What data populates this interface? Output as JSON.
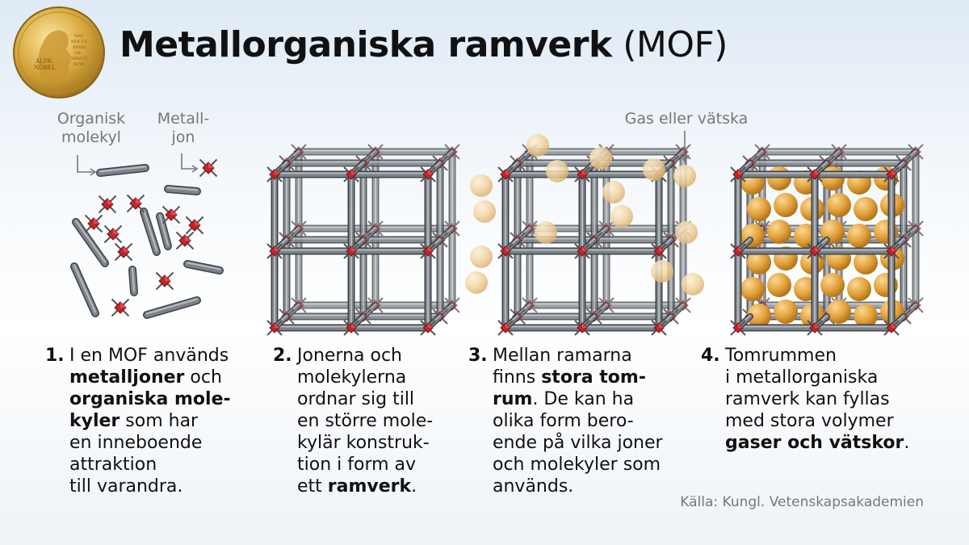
{
  "title": {
    "bold": "Metallorganiska ramverk",
    "normal": "(MOF)"
  },
  "medal": {
    "lettering": [
      "ALFR.",
      "NOBEL",
      "NAT",
      "MDCCC",
      "XXXIII",
      "OB.",
      "MDCCC",
      "XCVI"
    ]
  },
  "labels": {
    "organic_molecule": [
      "Organisk",
      "molekyl"
    ],
    "metal_ion": [
      "Metall-",
      "jon"
    ],
    "gas_or_liquid": "Gas eller vätska"
  },
  "steps": [
    {
      "num": "1.",
      "lines": [
        [
          {
            "t": "I en MOF används"
          }
        ],
        [
          {
            "t": "metalljoner",
            "b": true
          },
          {
            "t": " och"
          }
        ],
        [
          {
            "t": "organiska mole-",
            "b": true
          }
        ],
        [
          {
            "t": "kyler",
            "b": true
          },
          {
            "t": " som har"
          }
        ],
        [
          {
            "t": "en inneboende"
          }
        ],
        [
          {
            "t": "attraktion"
          }
        ],
        [
          {
            "t": "till varandra."
          }
        ]
      ]
    },
    {
      "num": "2.",
      "lines": [
        [
          {
            "t": "Jonerna och"
          }
        ],
        [
          {
            "t": "molekylerna"
          }
        ],
        [
          {
            "t": "ordnar sig till"
          }
        ],
        [
          {
            "t": "en större mole-"
          }
        ],
        [
          {
            "t": "kylär konstruk-"
          }
        ],
        [
          {
            "t": "tion i form av"
          }
        ],
        [
          {
            "t": "ett "
          },
          {
            "t": "ramverk",
            "b": true
          },
          {
            "t": "."
          }
        ]
      ]
    },
    {
      "num": "3.",
      "lines": [
        [
          {
            "t": "Mellan ramarna"
          }
        ],
        [
          {
            "t": "finns "
          },
          {
            "t": "stora tom-",
            "b": true
          }
        ],
        [
          {
            "t": "rum",
            "b": true
          },
          {
            "t": ". De kan ha"
          }
        ],
        [
          {
            "t": "olika form bero-"
          }
        ],
        [
          {
            "t": "ende på vilka joner"
          }
        ],
        [
          {
            "t": "och molekyler som"
          }
        ],
        [
          {
            "t": "används."
          }
        ]
      ]
    },
    {
      "num": "4.",
      "lines": [
        [
          {
            "t": "Tomrummen"
          }
        ],
        [
          {
            "t": "i metallorganiska"
          }
        ],
        [
          {
            "t": "ramverk kan fyllas"
          }
        ],
        [
          {
            "t": "med stora volymer"
          }
        ],
        [
          {
            "t": "gaser och vätskor",
            "b": true
          },
          {
            "t": "."
          }
        ]
      ]
    }
  ],
  "source": "Källa: Kungl. Vetenskapsakademien",
  "colors": {
    "rod": "#6b7178",
    "ion": "#c0262b",
    "sphere": "#e0a03a",
    "sphere_faint": "#efc98f",
    "label": "#777777"
  }
}
